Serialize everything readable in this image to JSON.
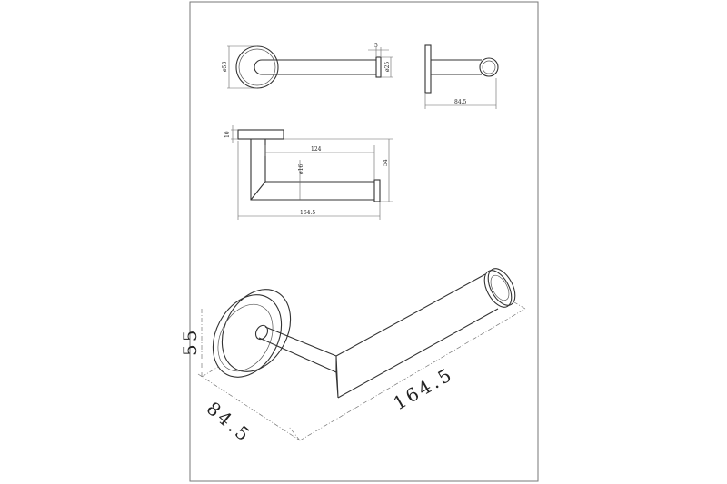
{
  "views": {
    "top": {
      "dia_flange": "ø53",
      "dia_knob": "ø25",
      "gap": "5"
    },
    "side": {
      "depth": "84.5"
    },
    "front": {
      "flange_thickness": "10",
      "arm_length": "124",
      "dia_arm": "ø16",
      "height": "54",
      "total_length": "164.5"
    },
    "iso": {
      "height": "55",
      "depth": "84.5",
      "length": "164.5"
    }
  },
  "colors": {
    "line": "#333333",
    "background": "#ffffff",
    "frame": "#777777"
  }
}
